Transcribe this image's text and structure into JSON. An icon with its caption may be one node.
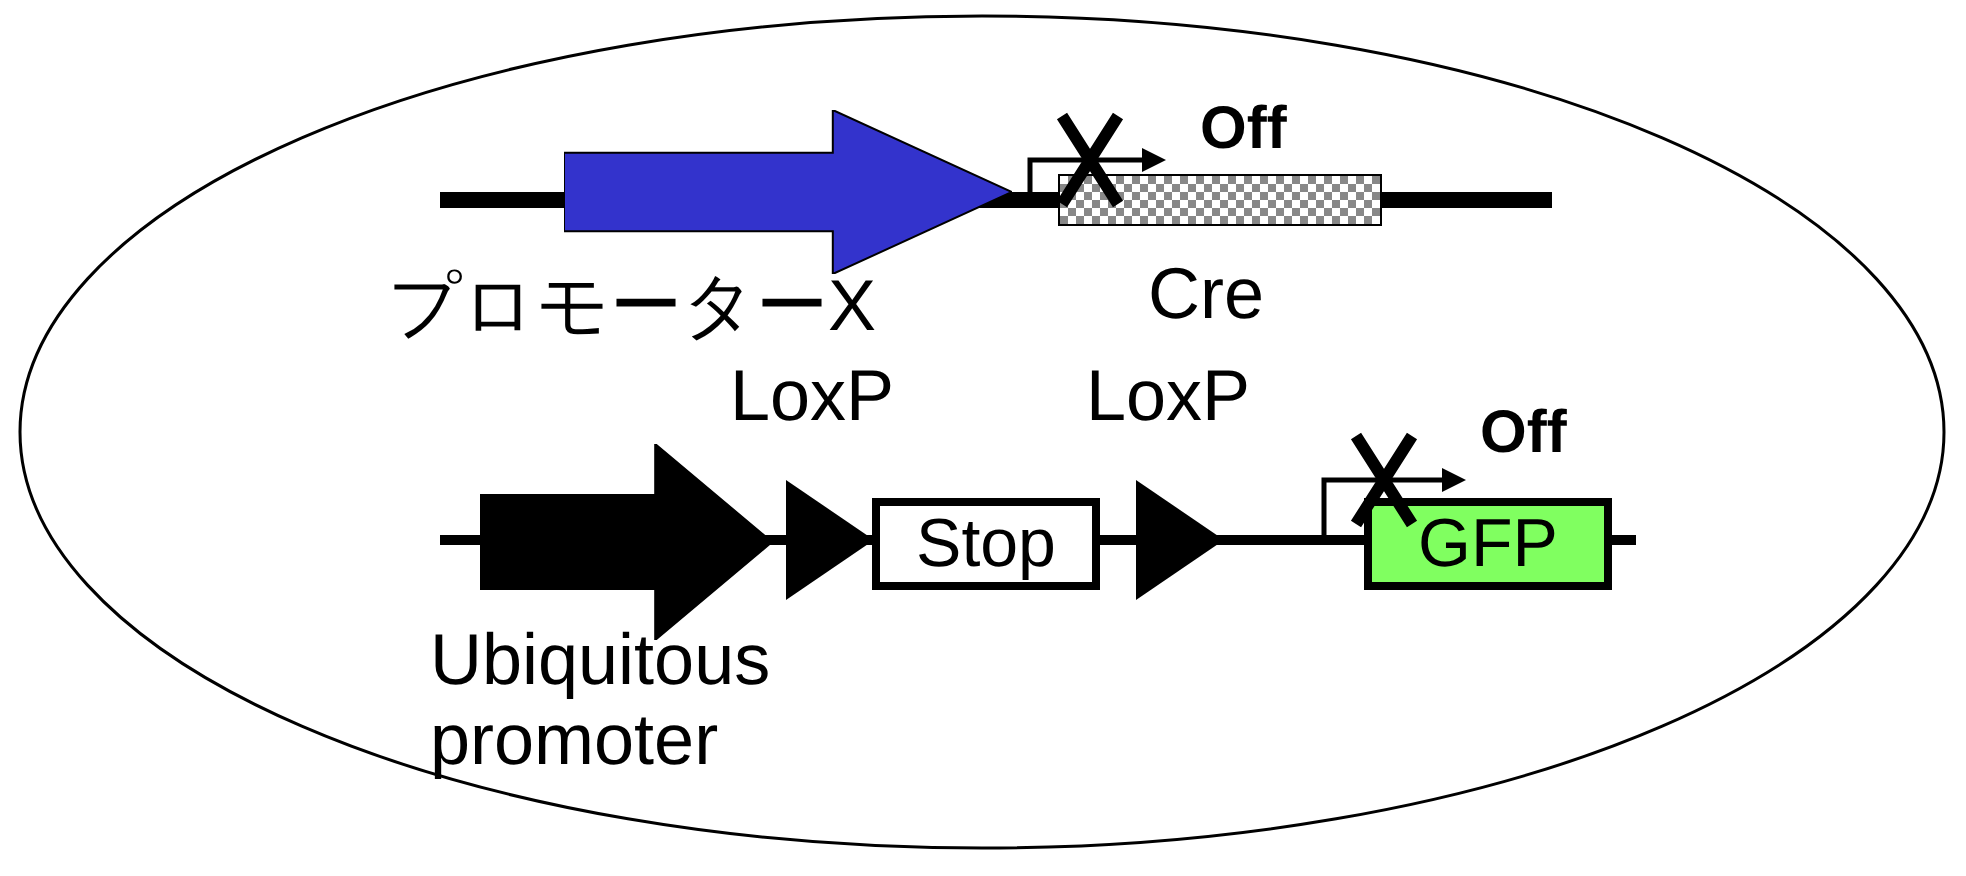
{
  "diagram": {
    "nodes": [
      {
        "text": [
          "プロモーターX"
        ]
      },
      {
        "text": [
          "Cre"
        ],
        "beside": [
          "Off"
        ]
      },
      {
        "text": [
          "Ubiquitous promoter"
        ]
      },
      {
        "text": [
          "LoxP"
        ]
      },
      {
        "text": [
          "Stop"
        ]
      },
      {
        "text": [
          "LoxP"
        ]
      },
      {
        "text": [
          "GFP"
        ],
        "beside": [
          "Off"
        ]
      }
    ]
  }
}
